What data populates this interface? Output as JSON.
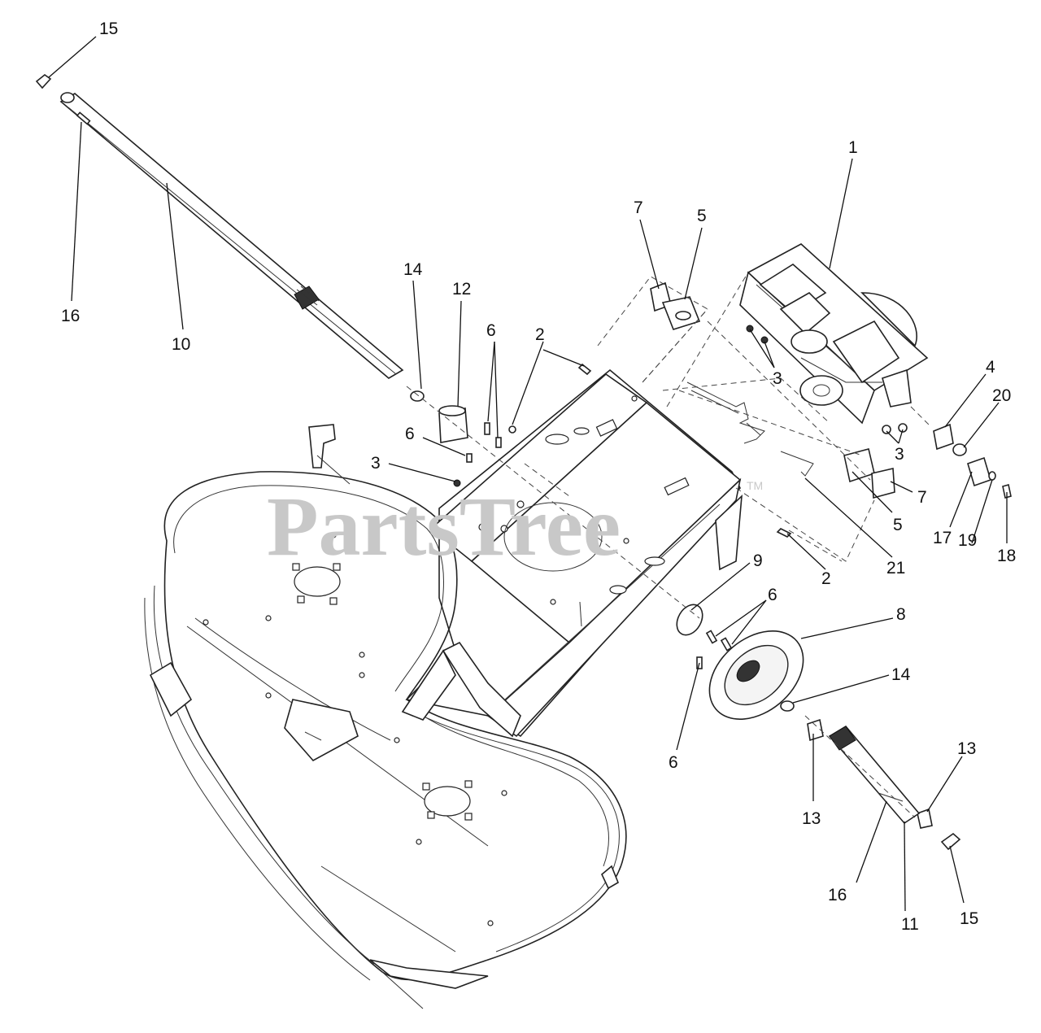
{
  "watermark": {
    "text": "PartsTree",
    "tm": "TM"
  },
  "callouts": {
    "c1": "1",
    "c2a": "2",
    "c2b": "2",
    "c3a": "3",
    "c3b": "3",
    "c3c": "3",
    "c4": "4",
    "c5a": "5",
    "c5b": "5",
    "c6a": "6",
    "c6b": "6",
    "c6c": "6",
    "c6d": "6",
    "c7a": "7",
    "c7b": "7",
    "c8": "8",
    "c9": "9",
    "c10": "10",
    "c11": "11",
    "c12": "12",
    "c13a": "13",
    "c13b": "13",
    "c14a": "14",
    "c14b": "14",
    "c15a": "15",
    "c15b": "15",
    "c16a": "16",
    "c16b": "16",
    "c17": "17",
    "c18": "18",
    "c19": "19",
    "c20": "20",
    "c21": "21"
  }
}
